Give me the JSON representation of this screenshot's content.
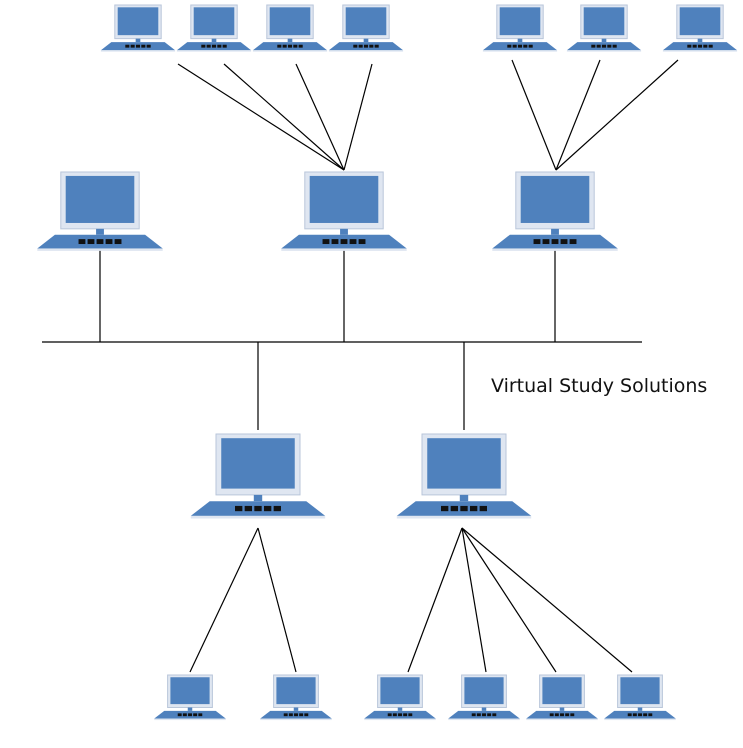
{
  "diagram": {
    "type": "tree-topology",
    "watermark": "Virtual Study Solutions",
    "colors": {
      "screen": "#4f81bd",
      "bezel": "#dfe6f1",
      "base": "#4f81bd",
      "keys": "#111111",
      "line": "#000000"
    },
    "groups": [
      {
        "hub": "hub-left",
        "computers": 0
      },
      {
        "hub": "hub-center",
        "computers": 4
      },
      {
        "hub": "hub-right",
        "computers": 3
      },
      {
        "hub": "hub-bottom-left",
        "computers": 2
      },
      {
        "hub": "hub-bottom-right",
        "computers": 4
      }
    ]
  }
}
